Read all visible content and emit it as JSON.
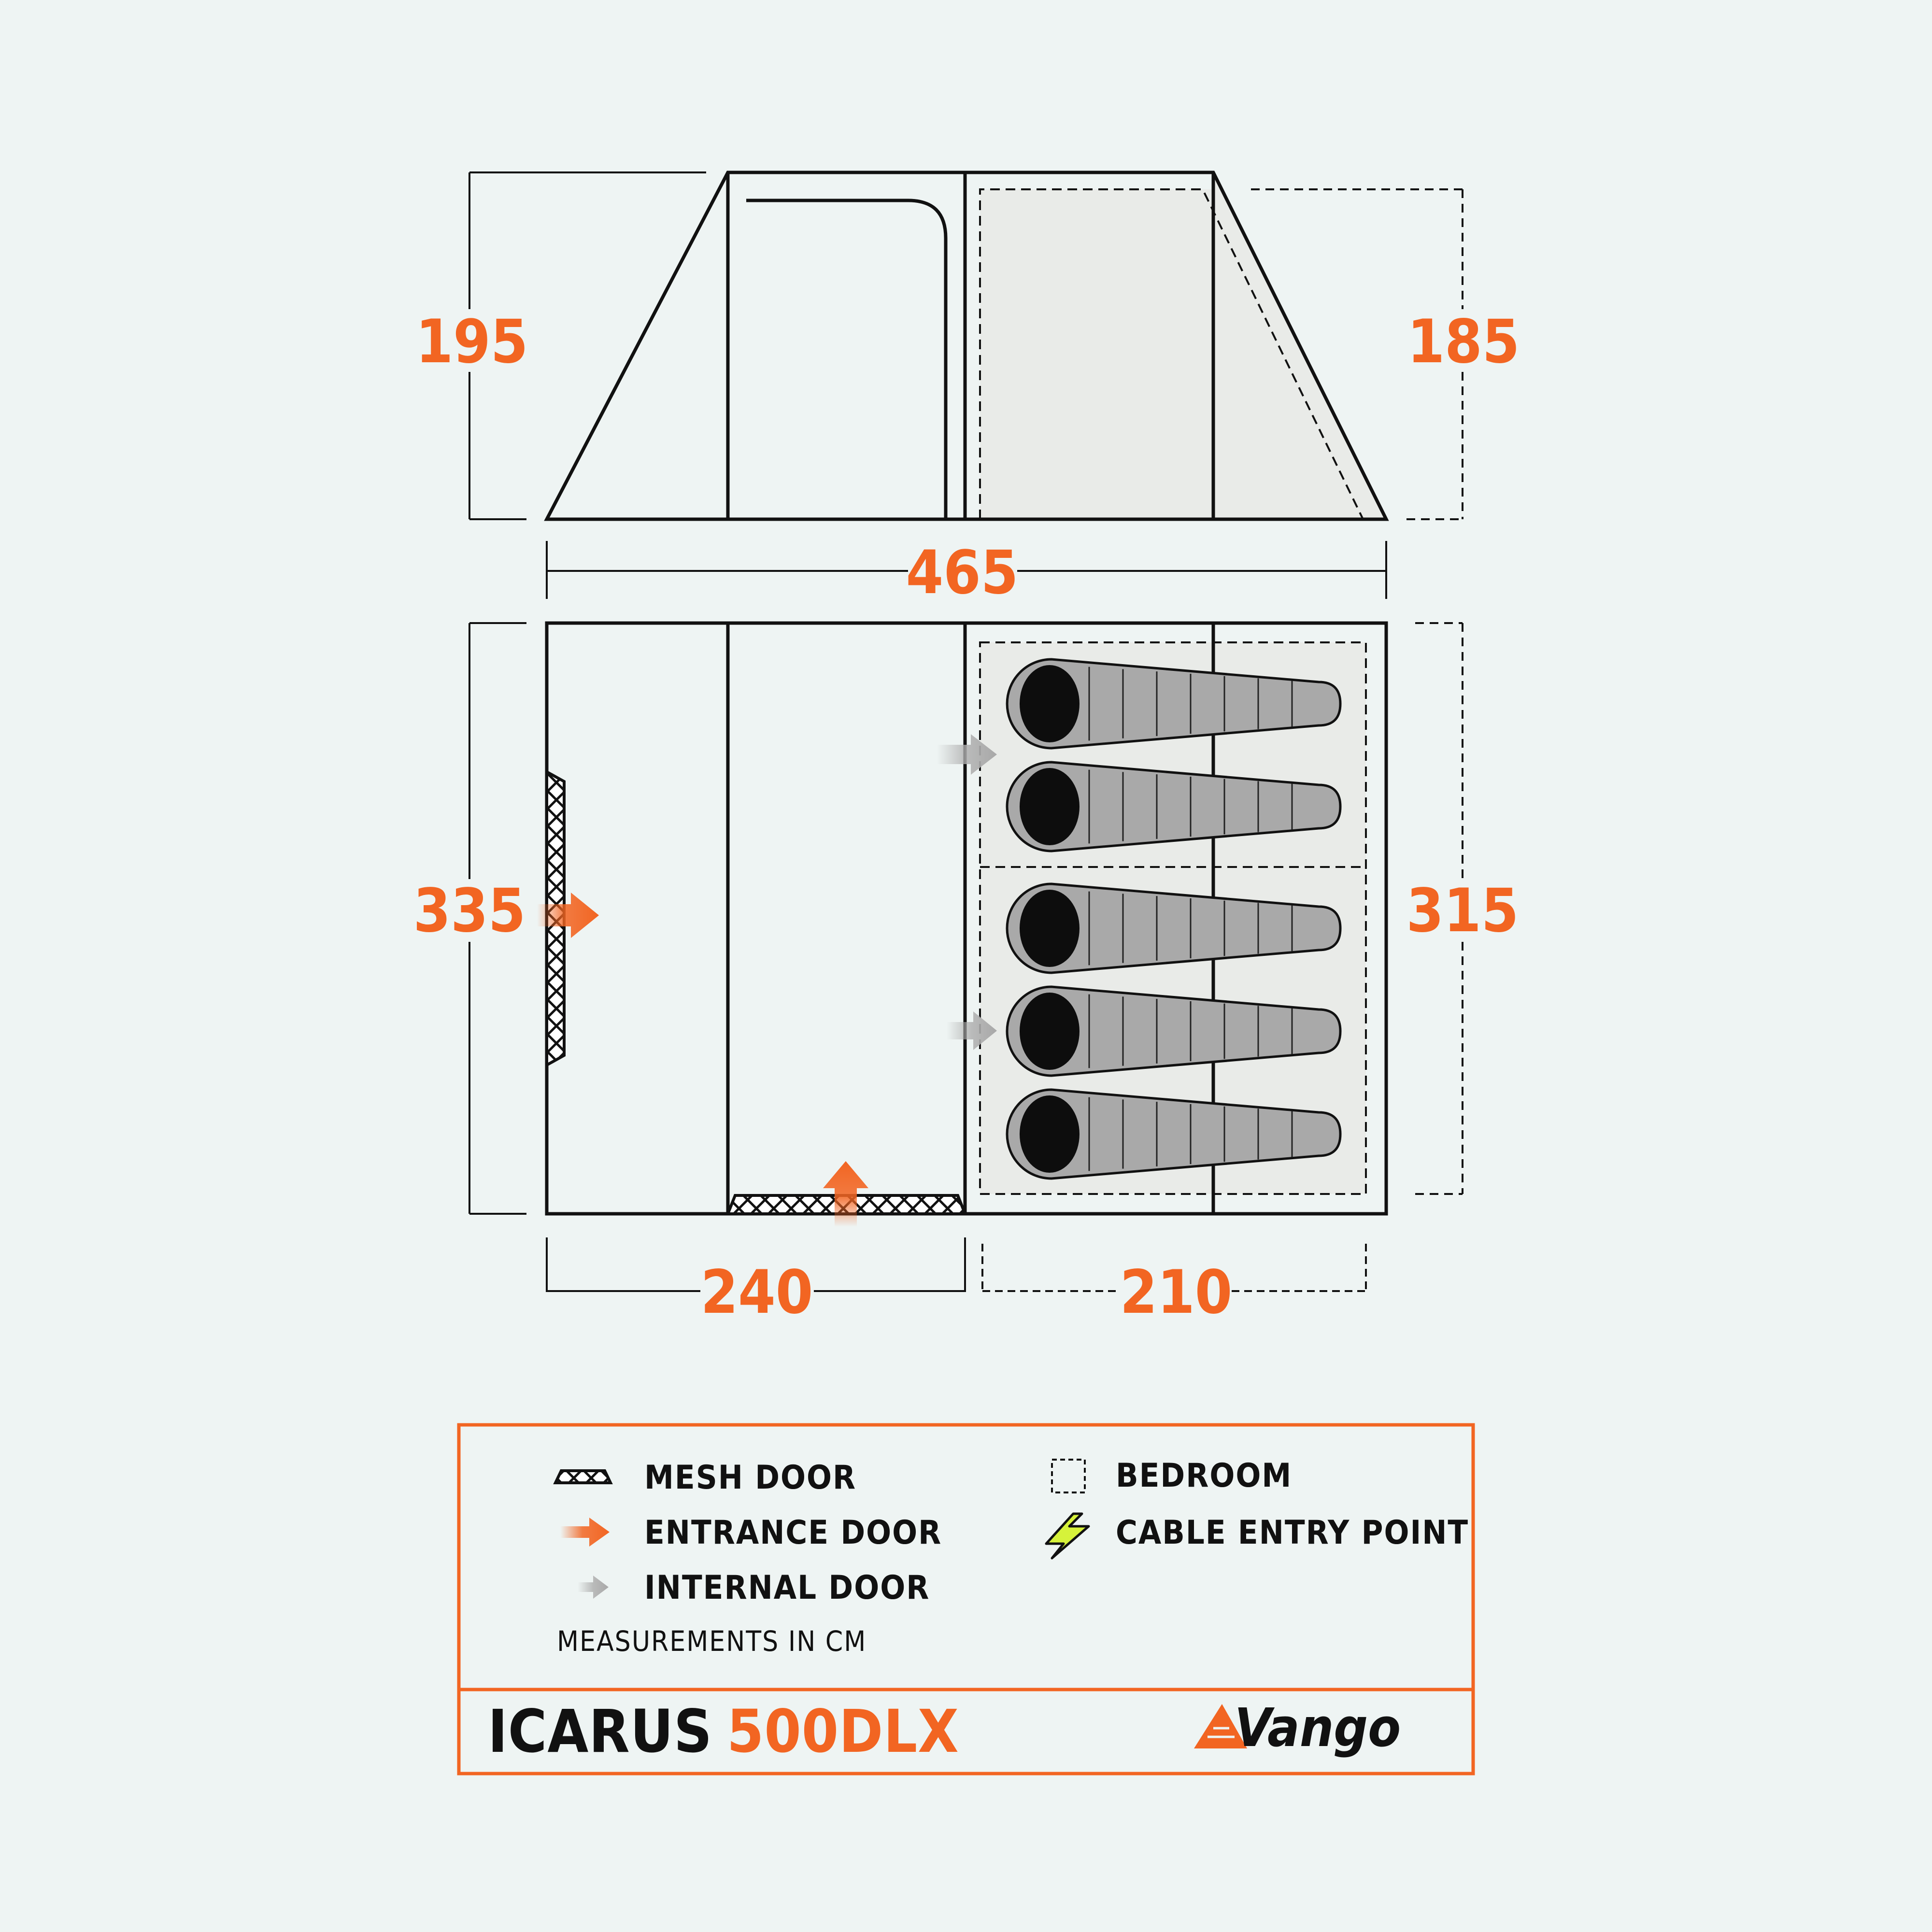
{
  "dimensions": {
    "side_height_left": "195",
    "side_height_right": "185",
    "total_length": "465",
    "plan_width_left": "335",
    "plan_width_right": "315",
    "living_length": "240",
    "bedroom_length": "210"
  },
  "legend": {
    "mesh_door": "MESH DOOR",
    "entrance_door": "ENTRANCE DOOR",
    "internal_door": "INTERNAL DOOR",
    "bedroom": "BEDROOM",
    "cable_entry_point": "CABLE ENTRY POINT",
    "measurements_note": "MEASUREMENTS IN CM"
  },
  "product": {
    "name": "ICARUS",
    "model": "500DLX",
    "brand": "Vango"
  },
  "colors": {
    "accent": "#f26522",
    "background": "#eef4f3",
    "line": "#111111",
    "bedroom_fill": "#e9ebe8",
    "bag_fill": "#a9a9a9",
    "internal_arrow": "#b0b0b0",
    "cable_icon": "#d6f23a"
  },
  "icons": {
    "mesh": "mesh-pattern",
    "entrance": "orange-arrow-icon",
    "internal": "grey-arrow-icon",
    "bedroom": "dashed-square-icon",
    "cable": "lightning-bolt-icon",
    "logo": "vango-logo"
  }
}
